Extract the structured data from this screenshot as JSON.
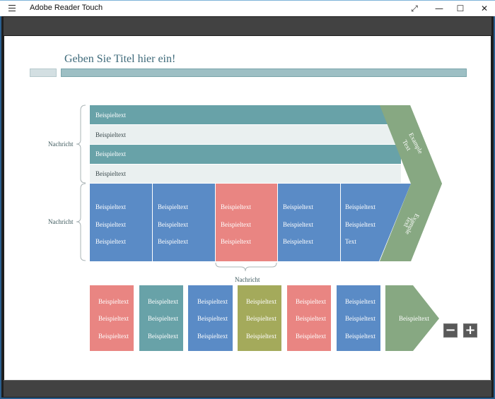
{
  "window": {
    "title": "Adobe Reader Touch",
    "menu_icon": "hamburger-icon",
    "controls": {
      "restore_icon": "expand-arrows-icon",
      "minimize_icon": "minimize-icon",
      "maximize_icon": "maximize-icon",
      "close_icon": "close-icon",
      "restore_glyph": "⤢",
      "minimize_glyph": "—",
      "maximize_glyph": "☐",
      "close_glyph": "✕"
    }
  },
  "colors": {
    "teal": "#68a2a8",
    "light": "#eaf0f0",
    "blue": "#5a8bc6",
    "red": "#e98582",
    "olive": "#a4aa5b",
    "green": "#87a882",
    "toolbar": "#424242"
  },
  "document": {
    "title": "Geben Sie Titel hier ein!",
    "brace_labels": [
      "Nachricht",
      "Nachricht",
      "Nachricht"
    ],
    "bands": [
      {
        "text": "Beispieltext",
        "style": "teal"
      },
      {
        "text": "Beispieltext",
        "style": "light"
      },
      {
        "text": "Beispieltext",
        "style": "teal"
      },
      {
        "text": "Beispieltext",
        "style": "light"
      }
    ],
    "columns": [
      {
        "color": "blue",
        "lines": [
          "Beispieltext",
          "Beispieltext",
          "Beispieltext"
        ]
      },
      {
        "color": "blue",
        "lines": [
          "Beispieltext",
          "Beispieltext",
          "Beispieltext"
        ]
      },
      {
        "color": "red",
        "lines": [
          "Beispieltext",
          "Beispieltext",
          "Beispieltext"
        ]
      },
      {
        "color": "blue",
        "lines": [
          "Beispieltext",
          "Beispieltext",
          "Beispieltext"
        ]
      },
      {
        "color": "blue",
        "lines": [
          "Beispieltext",
          "Beispieltext",
          "Text"
        ]
      }
    ],
    "chevron": {
      "top_text": "Example Text",
      "bottom_text": "Example Text",
      "top_lines": [
        "Example",
        "Text"
      ],
      "bottom_lines": [
        "Example",
        "Text"
      ]
    },
    "boxes": [
      {
        "color": "red",
        "lines": [
          "Beispieltext",
          "Beispieltext",
          "Beispieltext"
        ]
      },
      {
        "color": "teal",
        "lines": [
          "Beispieltext",
          "Beispieltext",
          "Beispieltext"
        ]
      },
      {
        "color": "blue",
        "lines": [
          "Beispieltext",
          "Beispieltext",
          "Beispieltext"
        ]
      },
      {
        "color": "olive",
        "lines": [
          "Beispieltext",
          "Beispieltext",
          "Beispieltext"
        ]
      },
      {
        "color": "red",
        "lines": [
          "Beispieltext",
          "Beispieltext",
          "Beispieltext"
        ]
      },
      {
        "color": "blue",
        "lines": [
          "Beispieltext",
          "Beispieltext",
          "Beispieltext"
        ]
      }
    ],
    "arrow_box_text": "Beispieltext"
  },
  "zoom_controls": {
    "zoom_out_label": "−",
    "zoom_in_label": "+"
  }
}
